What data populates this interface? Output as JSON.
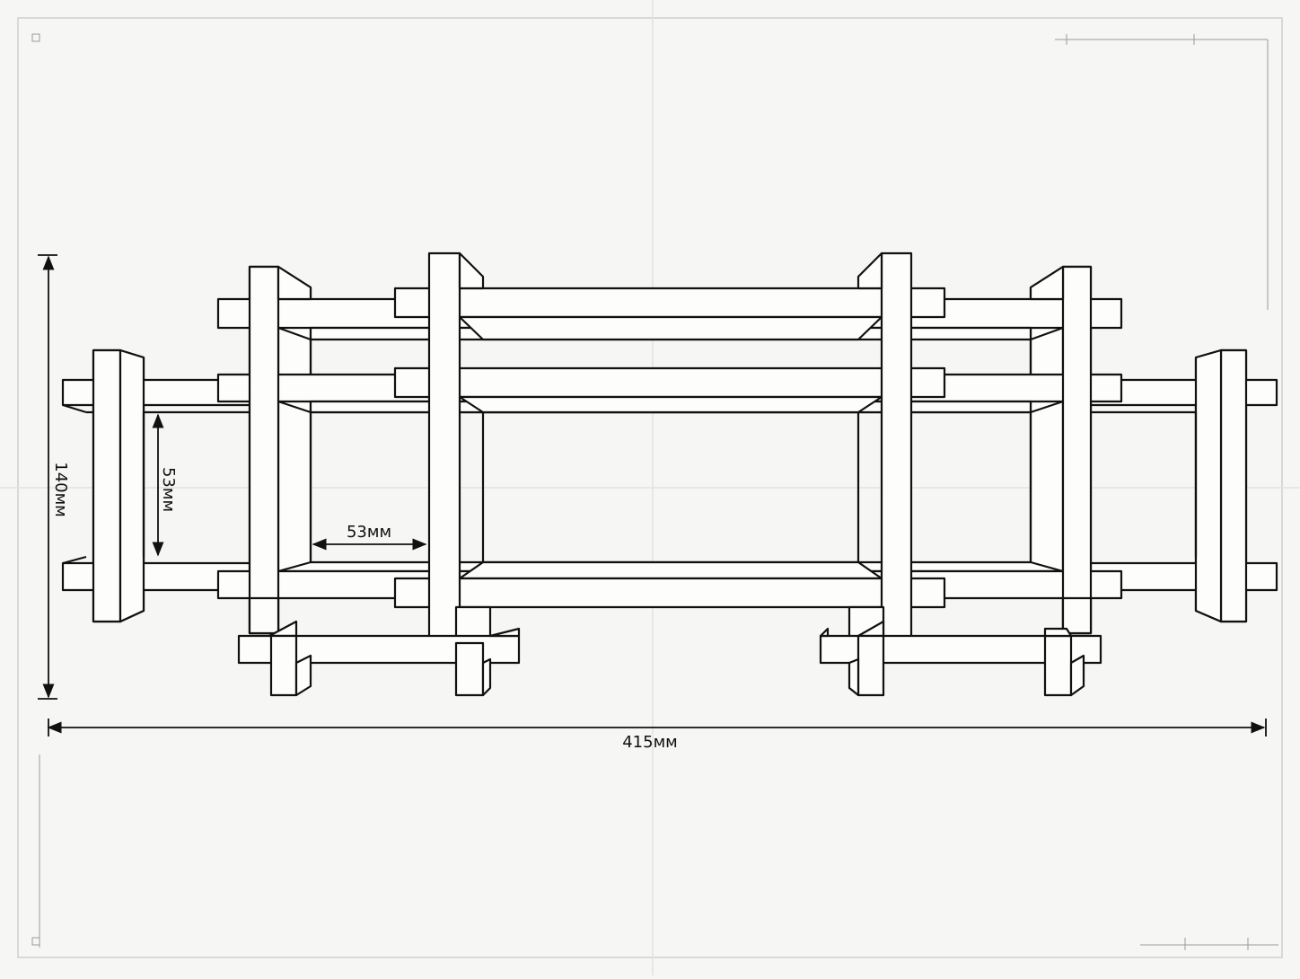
{
  "dimensions": {
    "total_width": "415мм",
    "total_height": "140мм",
    "inner_height": "53мм",
    "inner_width": "53мм"
  },
  "colors": {
    "paper": "#f6f6f4",
    "ink": "#111111",
    "faint": "#d8d8d6"
  }
}
